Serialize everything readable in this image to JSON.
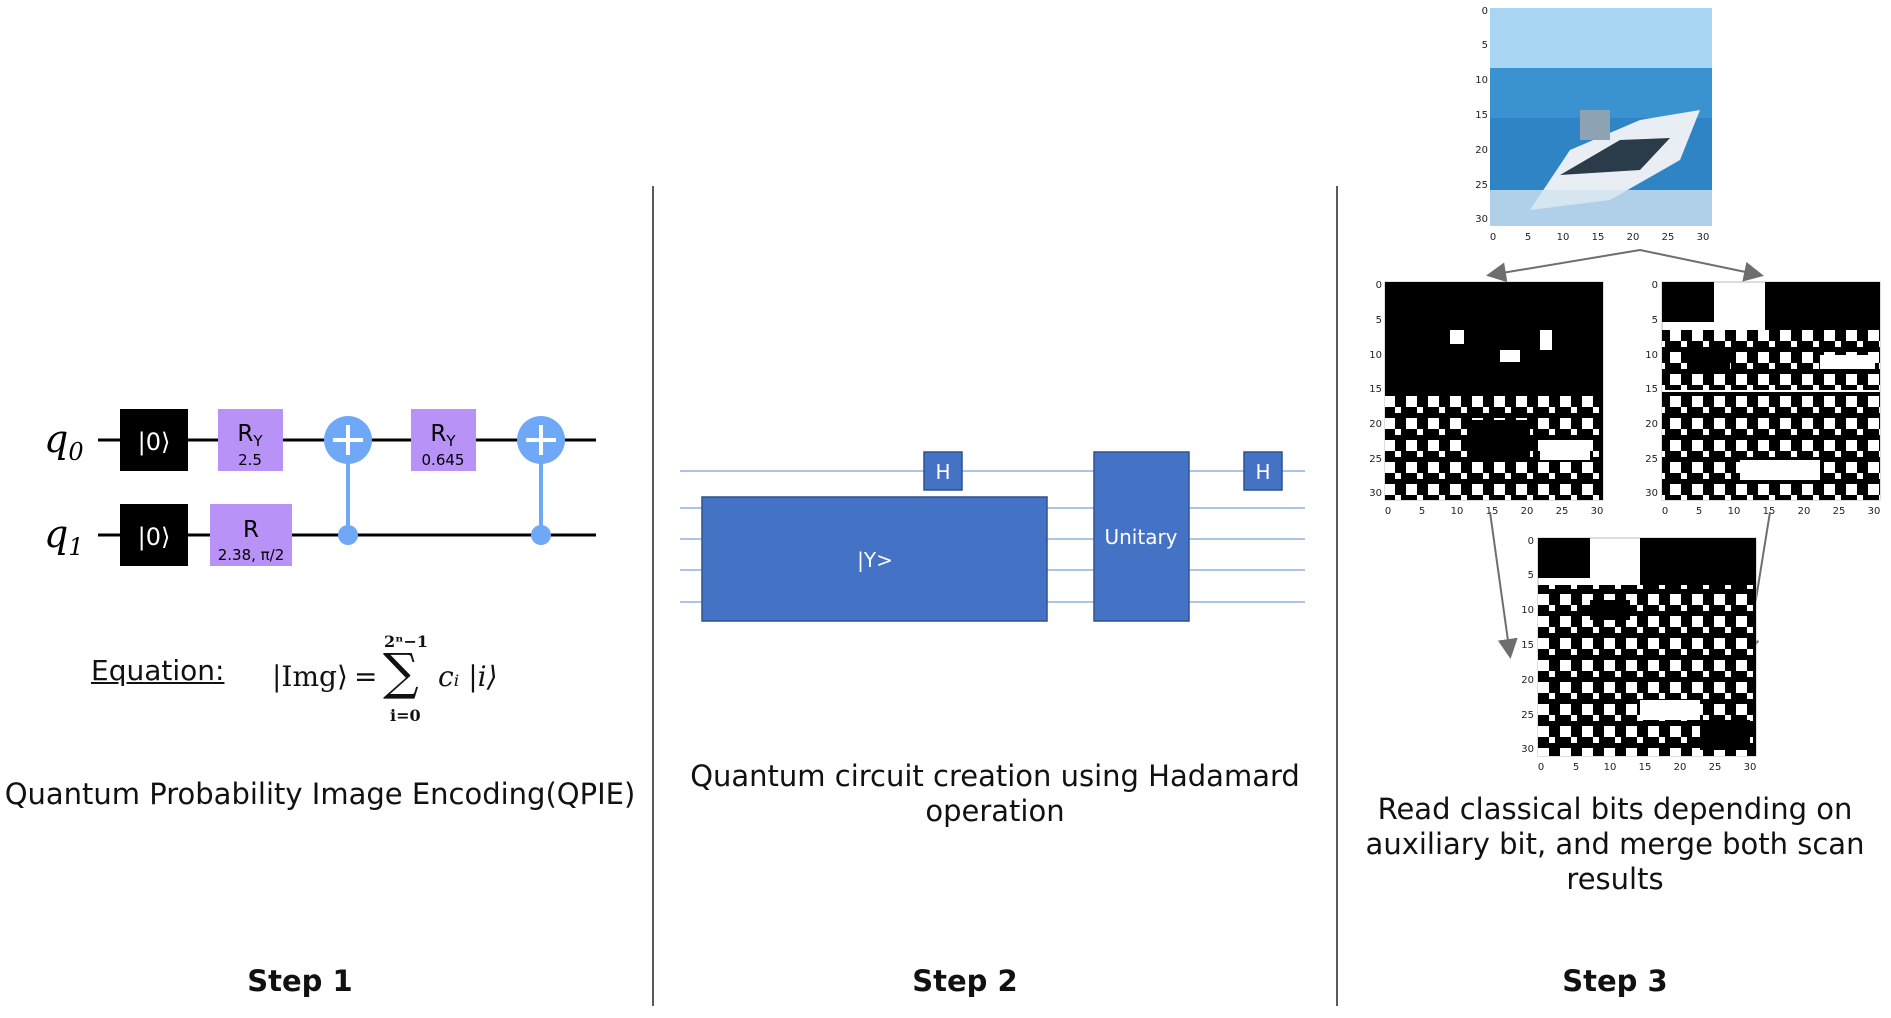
{
  "step1": {
    "qubits": [
      "q",
      "q"
    ],
    "qubit_subscripts": [
      "0",
      "1"
    ],
    "init_gate": "|0⟩",
    "gates": {
      "ry1_name": "R",
      "ry1_sub": "Y",
      "ry1_param": "2.5",
      "r_name": "R",
      "r_param": "2.38, π/2",
      "ry2_name": "R",
      "ry2_sub": "Y",
      "ry2_param": "0.645"
    },
    "equation_label": "Equation:",
    "equation": {
      "lhs": "|Img⟩",
      "eq": "=",
      "upper": "2ⁿ−1",
      "sum": "∑",
      "lower": "i=0",
      "term": "cᵢ |i⟩"
    },
    "caption": "Quantum Probability Image Encoding(QPIE)",
    "step_label": "Step 1"
  },
  "step2": {
    "h_label": "H",
    "state_label": "|Y>",
    "unitary_label": "Unitary",
    "caption_lines": [
      "Quantum circuit creation using Hadamard",
      "operation"
    ],
    "step_label": "Step 2"
  },
  "step3": {
    "axis_ticks": [
      "0",
      "5",
      "10",
      "15",
      "20",
      "25",
      "30"
    ],
    "caption_lines": [
      "Read classical bits depending on",
      "auxiliary bit, and merge both scan",
      "results"
    ],
    "step_label": "Step 3"
  },
  "colors": {
    "gate_black": "#000000",
    "gate_purple": "#b992f7",
    "control_blue": "#6fa8f7",
    "block_blue": "#4472c4",
    "wire_blue": "#8fb1e0",
    "divider": "#5a5a5a",
    "arrow_gray": "#6e6e6e"
  }
}
